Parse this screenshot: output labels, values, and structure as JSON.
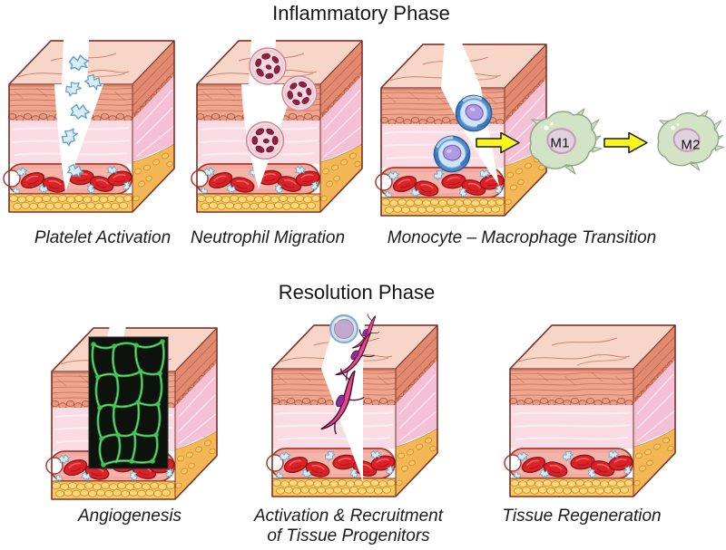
{
  "figure": {
    "phase_titles": {
      "inflammatory": "Inflammatory Phase",
      "resolution": "Resolution Phase"
    },
    "panels": [
      {
        "label": "Platelet Activation"
      },
      {
        "label": "Neutrophil Migration"
      },
      {
        "label": "Monocyte – Macrophage Transition",
        "m1": "M1",
        "m2": "M2"
      },
      {
        "label": "Angiogenesis"
      },
      {
        "label_line1": "Activation & Recruitment",
        "label_line2": "of Tissue Progenitors"
      },
      {
        "label": "Tissue Regeneration"
      }
    ],
    "palette": {
      "epidermis": "#efa48b",
      "dermis": "#f9dbe4",
      "fat": "#f9c75e",
      "vessel": "#f2a9a0",
      "rbc": "#dc2127",
      "platelet": "#d9edf6",
      "neutrophil_nucleus": "#8e2143",
      "monocyte": "#4f8cc9",
      "macrophage": "#d3e3c6",
      "fibroblast": "#e8478f",
      "arrow": "#f9f71e",
      "angiogenesis_green": "#33b449"
    }
  }
}
